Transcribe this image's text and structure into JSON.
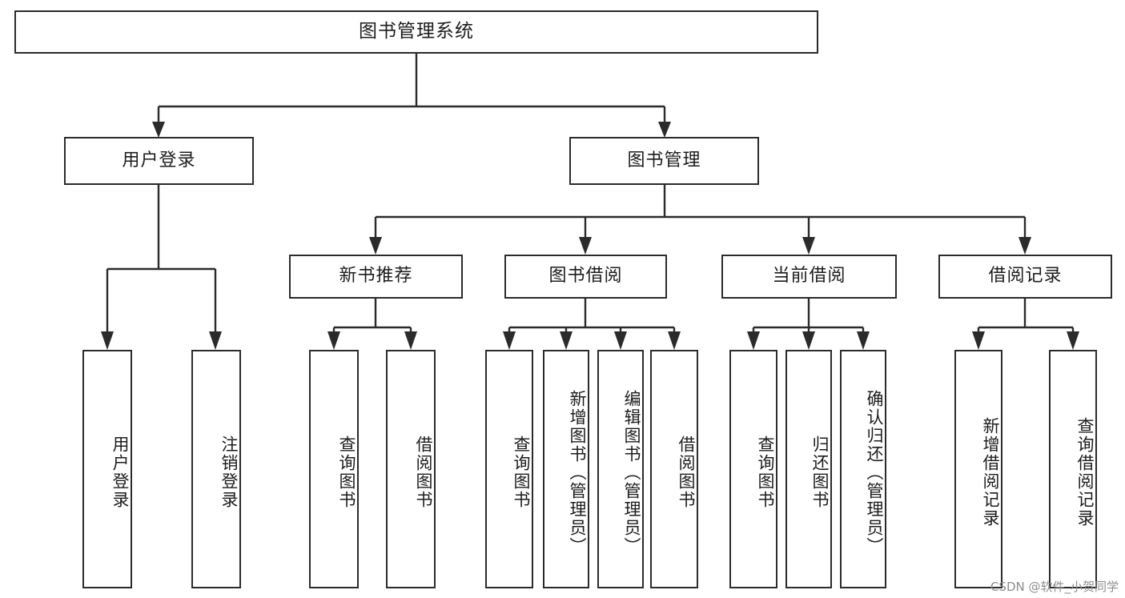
{
  "diagram": {
    "title": "图书管理系统",
    "type": "tree-hierarchy",
    "root": {
      "label": "图书管理系统"
    },
    "level2": [
      {
        "id": "user-login",
        "label": "用户登录"
      },
      {
        "id": "book-management",
        "label": "图书管理"
      }
    ],
    "level3": [
      {
        "id": "new-book-recommend",
        "label": "新书推荐"
      },
      {
        "id": "book-borrow",
        "label": "图书借阅"
      },
      {
        "id": "current-borrow",
        "label": "当前借阅"
      },
      {
        "id": "borrow-record",
        "label": "借阅记录"
      }
    ],
    "leaves": {
      "user_login": [
        {
          "id": "leaf-user-login",
          "label": "用户登录"
        },
        {
          "id": "leaf-user-logout",
          "label": "注销登录"
        }
      ],
      "new_book_recommend": [
        {
          "id": "leaf-query-book-1",
          "label": "查询图书"
        },
        {
          "id": "leaf-borrow-book-1",
          "label": "借阅图书"
        }
      ],
      "book_borrow": [
        {
          "id": "leaf-query-book-2",
          "label": "查询图书"
        },
        {
          "id": "leaf-add-book",
          "label": "新增图书（管理员）"
        },
        {
          "id": "leaf-edit-book",
          "label": "编辑图书（管理员）"
        },
        {
          "id": "leaf-borrow-book-2",
          "label": "借阅图书"
        }
      ],
      "current_borrow": [
        {
          "id": "leaf-query-book-3",
          "label": "查询图书"
        },
        {
          "id": "leaf-return-book",
          "label": "归还图书"
        },
        {
          "id": "leaf-confirm-return",
          "label": "确认归还（管理员）"
        }
      ],
      "borrow_record": [
        {
          "id": "leaf-add-record",
          "label": "新增借阅记录"
        },
        {
          "id": "leaf-query-record",
          "label": "查询借阅记录"
        }
      ]
    },
    "colors": {
      "stroke": "#2b2b2b",
      "fill": "#ffffff",
      "text": "#1c1c1c",
      "watermark": "#8d8d8d"
    }
  },
  "watermark": {
    "text": "CSDN @软件_小贺同学"
  }
}
